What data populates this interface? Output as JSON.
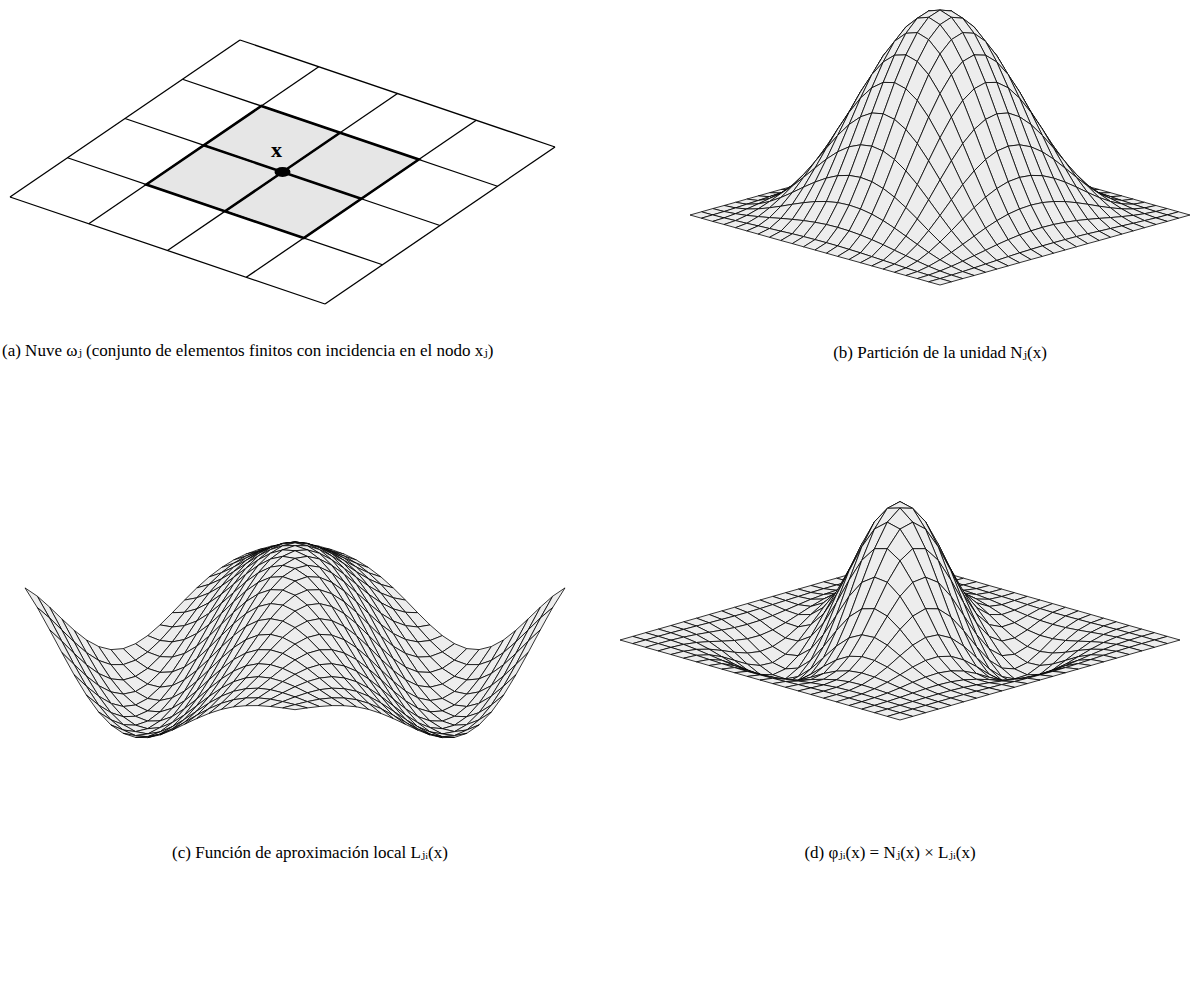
{
  "diagram": {
    "labels": [
      "x",
      "(a) Nuve ωⱼ (conjunto de elementos finitos con incidencia en el nodo xⱼ)",
      "(b) Partición de la unidad Nⱼ(x)",
      "(c) Función de aproximación local Lⱼᵢ(x)",
      "(d) φⱼᵢ(x) = Nⱼ(x) × Lⱼᵢ(x)"
    ]
  }
}
